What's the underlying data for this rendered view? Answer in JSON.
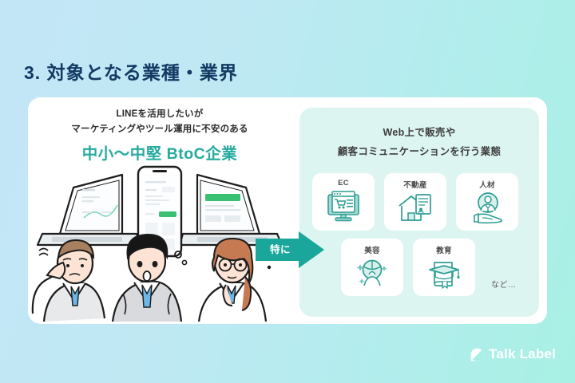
{
  "slide": {
    "title": "3. 対象となる業種・業界",
    "title_color": "#123a63",
    "background_from": "#c3e6f7",
    "background_to": "#a8f0e4",
    "accent_color": "#25ab9f"
  },
  "left_panel": {
    "line1": "LINEを活用したいが",
    "line2": "マーケティングやツール運用に不安のある",
    "highlight": "中小〜中堅 BtoC企業",
    "illustration": "three-worried-business-people-with-laptops-and-smartphone"
  },
  "arrow_badge": {
    "label": "特に",
    "color": "#1aa69b"
  },
  "right_panel": {
    "heading_line1": "Web上で販売や",
    "heading_line2": "顧客コミュニケーションを行う業態",
    "background": "#ddf5f1",
    "tiles_row1": [
      {
        "label": "EC",
        "icon": "monitor-shopping-cart-icon"
      },
      {
        "label": "不動産",
        "icon": "house-document-icon"
      },
      {
        "label": "人材",
        "icon": "person-on-hand-icon"
      }
    ],
    "tiles_row2": [
      {
        "label": "美容",
        "icon": "beauty-face-sparkle-icon"
      },
      {
        "label": "教育",
        "icon": "graduation-cap-book-icon"
      }
    ],
    "etc_text": "など…"
  },
  "logo": {
    "text": "Talk Label",
    "mark": "speech-bubble-icon",
    "color": "#ffffff"
  }
}
